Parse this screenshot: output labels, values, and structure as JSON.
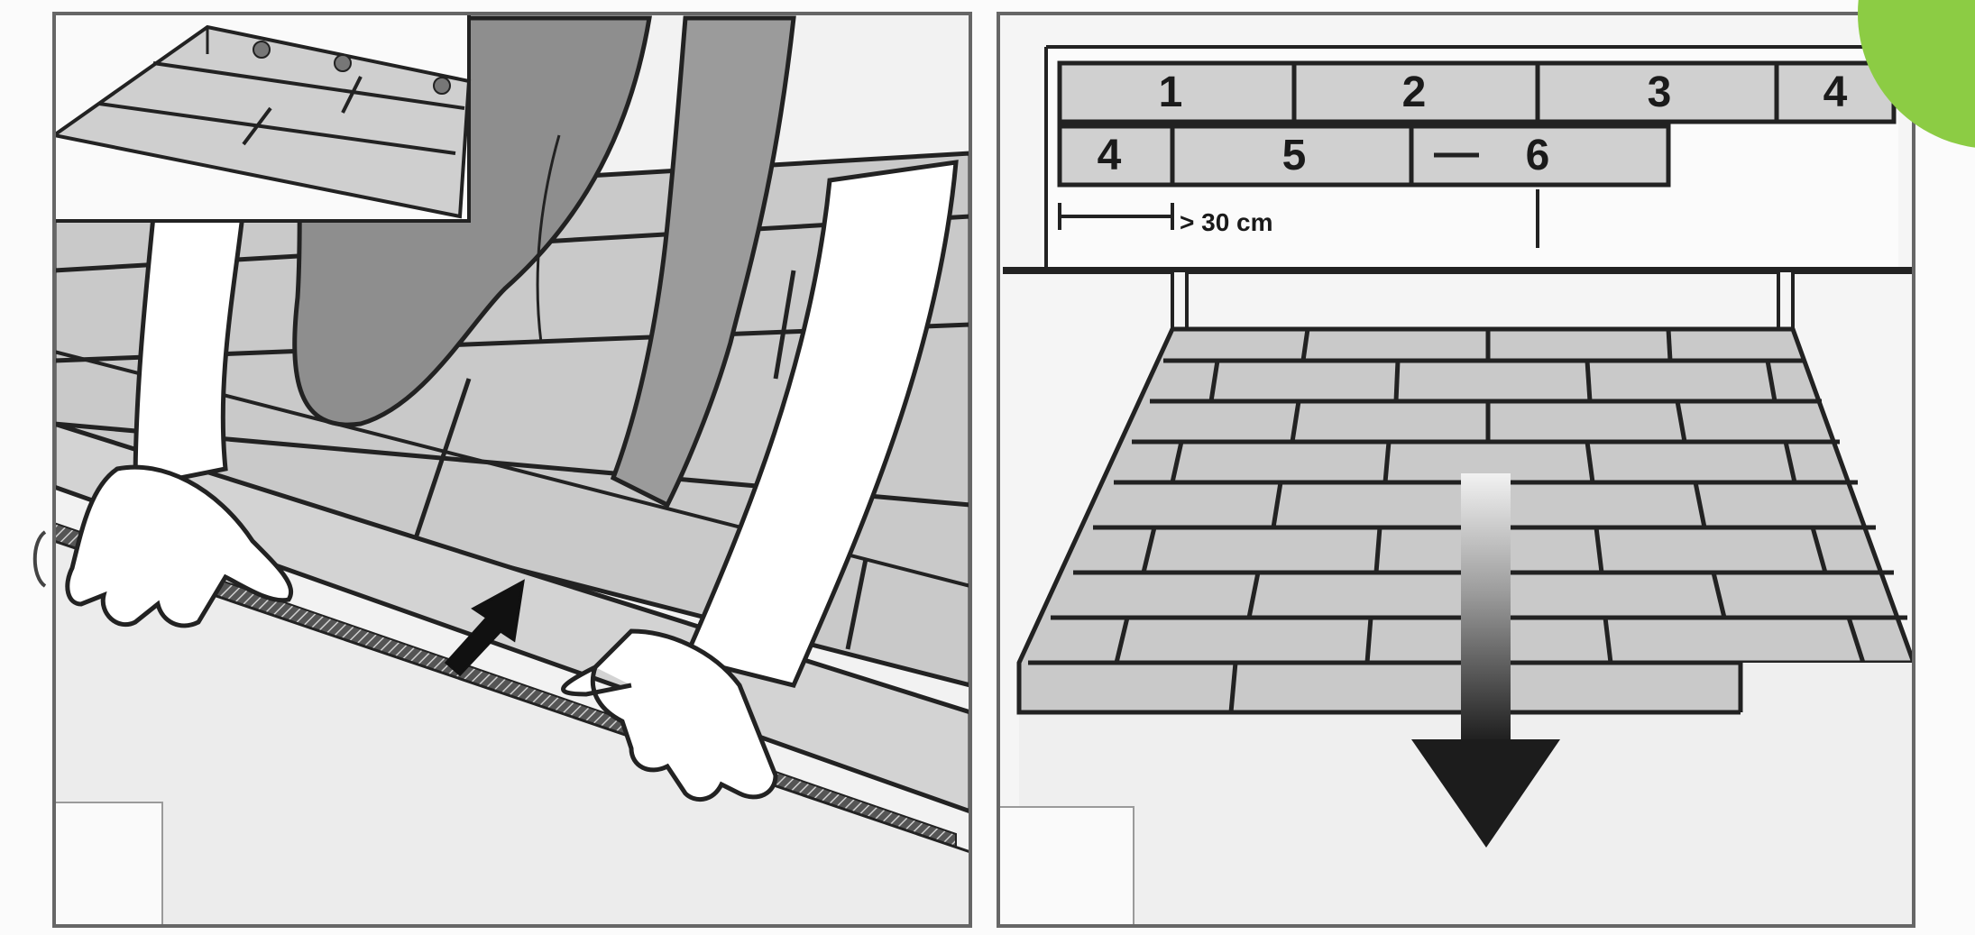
{
  "panel_right": {
    "row1": [
      "1",
      "2",
      "3",
      "4"
    ],
    "row2": [
      "4",
      "5",
      "6"
    ],
    "spacing_label": "> 30 cm"
  },
  "colors": {
    "plank": "#c8c8c8",
    "plank_dark": "#9a9a9a",
    "leg": "#8e8e8e",
    "outline": "#222222",
    "badge": "#8ccc44"
  }
}
